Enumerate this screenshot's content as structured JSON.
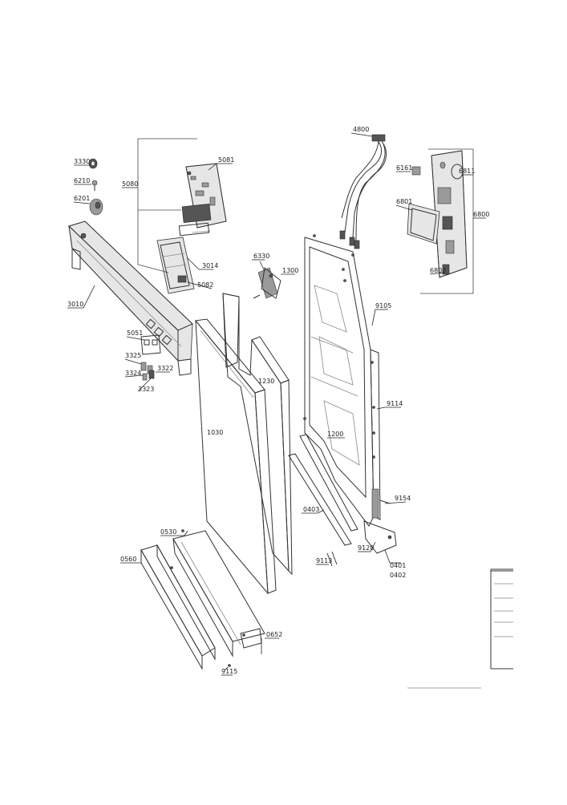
{
  "callouts": [
    {
      "id": "c3330",
      "label": "3330"
    },
    {
      "id": "c6210",
      "label": "6210"
    },
    {
      "id": "c6201",
      "label": "6201"
    },
    {
      "id": "c5080",
      "label": "5080"
    },
    {
      "id": "c5081",
      "label": "5081"
    },
    {
      "id": "c3014",
      "label": "3014"
    },
    {
      "id": "c5082",
      "label": "5082"
    },
    {
      "id": "c3010",
      "label": "3010"
    },
    {
      "id": "c5051",
      "label": "5051"
    },
    {
      "id": "c3325",
      "label": "3325"
    },
    {
      "id": "c3324",
      "label": "3324"
    },
    {
      "id": "c3322",
      "label": "3322"
    },
    {
      "id": "c3323",
      "label": "3323"
    },
    {
      "id": "c6330",
      "label": "6330"
    },
    {
      "id": "c1300",
      "label": "1300"
    },
    {
      "id": "c1230",
      "label": "1230"
    },
    {
      "id": "c1030",
      "label": "1030"
    },
    {
      "id": "c4800",
      "label": "4800"
    },
    {
      "id": "c6161",
      "label": "6161"
    },
    {
      "id": "c6811",
      "label": "6811"
    },
    {
      "id": "c6801",
      "label": "6801"
    },
    {
      "id": "c6800",
      "label": "6800"
    },
    {
      "id": "c6802",
      "label": "6802"
    },
    {
      "id": "c9105",
      "label": "9105"
    },
    {
      "id": "c9114",
      "label": "9114"
    },
    {
      "id": "c1200",
      "label": "1200"
    },
    {
      "id": "c9154",
      "label": "9154"
    },
    {
      "id": "c0403",
      "label": "0403"
    },
    {
      "id": "c9120",
      "label": "9120"
    },
    {
      "id": "c0401",
      "label": "0401"
    },
    {
      "id": "c0402",
      "label": "0402"
    },
    {
      "id": "c9113",
      "label": "9113"
    },
    {
      "id": "c0530",
      "label": "0530"
    },
    {
      "id": "c0560",
      "label": "0560"
    },
    {
      "id": "c0652",
      "label": "0652"
    },
    {
      "id": "c9115",
      "label": "9115"
    }
  ]
}
